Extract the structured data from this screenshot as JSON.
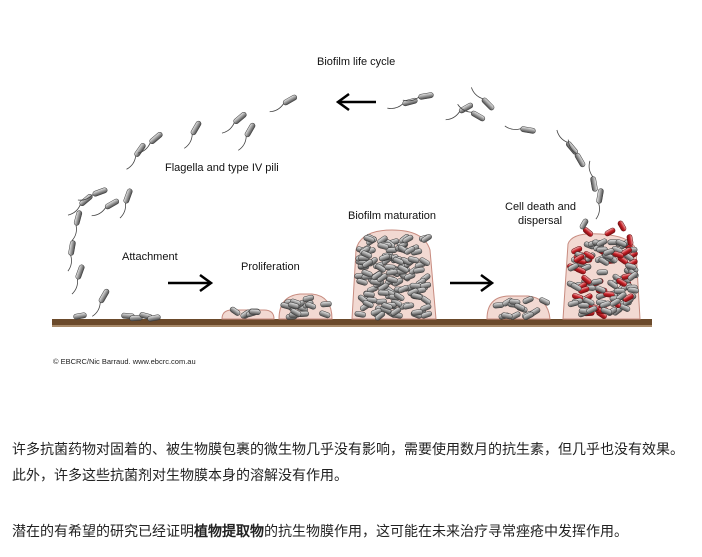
{
  "figure": {
    "title": "Biofilm life cycle",
    "stage_flagella": "Flagella and type IV pili",
    "stage_attachment": "Attachment",
    "stage_proliferation": "Proliferation",
    "stage_maturation": "Biofilm maturation",
    "stage_death_line1": "Cell death and",
    "stage_death_line2": "dispersal",
    "credit": "© EBCRC/Nic Barraud.  www.ebcrc.com.au",
    "colors": {
      "surface": "#6b4a2b",
      "colony_fill": "#f2d9d2",
      "colony_outline": "#c88c80",
      "cell_gray": "#8a8a8a",
      "cell_dark": "#555555",
      "cell_red": "#c41f26"
    }
  },
  "text": {
    "paragraph1": "许多抗菌药物对固着的、被生物膜包裹的微生物几乎没有影响，需要使用数月的抗生素，但几乎也没有效果。此外，许多这些抗菌剂对生物膜本身的溶解没有作用。",
    "paragraph2_prefix": "潜在的有希望的研究已经证明",
    "paragraph2_bold": "植物提取物",
    "paragraph2_suffix": "的抗生物膜作用，这可能在未来治疗寻常痤疮中发挥作用。"
  }
}
